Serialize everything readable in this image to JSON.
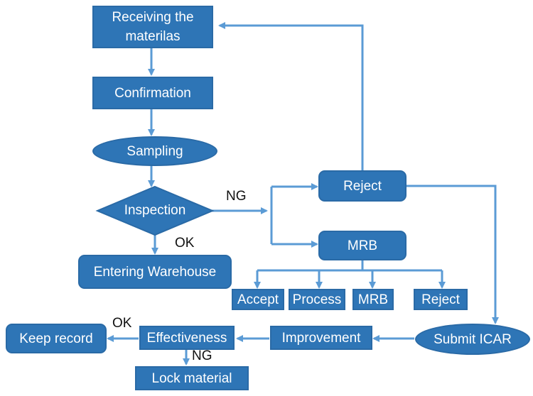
{
  "colors": {
    "fill": "#2e75b6",
    "stroke": "#2a6aa6",
    "arrow": "#5b9bd5"
  },
  "nodes": {
    "receiving": "Receiving the materilas",
    "confirmation": "Confirmation",
    "sampling": "Sampling",
    "inspection": "Inspection",
    "entering_warehouse": "Entering Warehouse",
    "reject": "Reject",
    "mrb": "MRB",
    "accept": "Accept",
    "process": "Process",
    "mrb_sub": "MRB",
    "reject_sub": "Reject",
    "submit_icar": "Submit ICAR",
    "improvement": "Improvement",
    "effectiveness": "Effectiveness",
    "keep_record": "Keep record",
    "lock_material": "Lock material"
  },
  "labels": {
    "inspection_ng": "NG",
    "inspection_ok": "OK",
    "effectiveness_ok": "OK",
    "effectiveness_ng": "NG"
  }
}
